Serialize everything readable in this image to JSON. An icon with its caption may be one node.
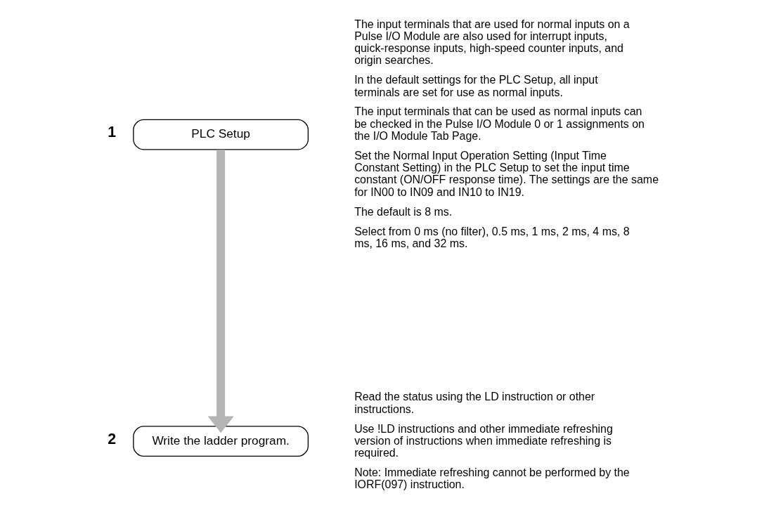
{
  "diagram": {
    "nodes": [
      {
        "text": [
          "PLC Setup"
        ],
        "beside": [
          "1",
          "The input terminals that are used for normal inputs on a Pulse I/O Module are also used for interrupt inputs, quick-response inputs, high-speed counter inputs, and origin searches.",
          "In the default settings for the PLC Setup, all input terminals are set for use as normal inputs.",
          "The input terminals that can be used as normal inputs can be checked in the Pulse I/O Module 0 or 1 assignments on the I/O Module Tab Page.",
          "Set the Normal Input Operation Setting (Input Time Constant Setting) in the PLC Setup to set the input time constant (ON/OFF response time). The settings are the same for IN00 to IN09 and IN10 to IN19.",
          "The default is 8 ms.",
          "Select from 0 ms (no filter), 0.5 ms, 1 ms, 2 ms, 4 ms, 8 ms, 16 ms, and 32 ms."
        ]
      },
      {
        "text": [
          "Write the ladder program."
        ],
        "beside": [
          "2",
          "Read the status using the LD instruction or other instructions.",
          "Use !LD instructions and other immediate refreshing version of instructions when immediate refreshing is required.",
          "Note: Immediate refreshing cannot be performed by the IORF(097) instruction."
        ]
      }
    ],
    "edges": [
      {
        "from": 0,
        "to": 1,
        "arrow": "to",
        "color": "#b4b4b4"
      }
    ]
  }
}
